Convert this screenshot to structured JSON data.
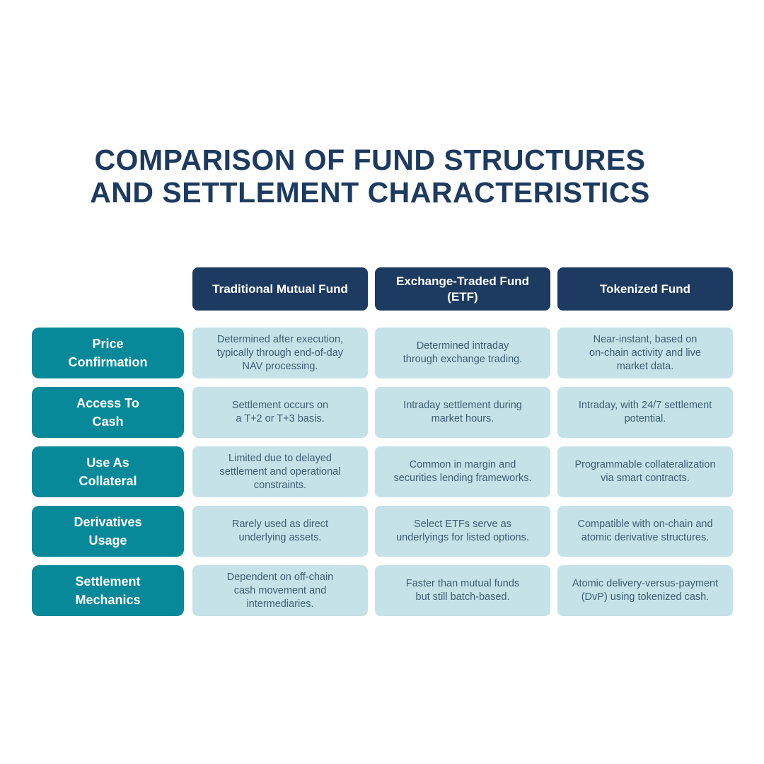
{
  "title": {
    "line1": "COMPARISON OF FUND STRUCTURES",
    "line2": "AND SETTLEMENT CHARACTERISTICS"
  },
  "chart_data": {
    "type": "table",
    "title": "Comparison of Fund Structures and Settlement Characteristics",
    "columns": [
      "Traditional Mutual Fund",
      "Exchange-Traded Fund\n(ETF)",
      "Tokenized Fund"
    ],
    "rows": [
      {
        "label": "Price\nConfirmation",
        "cells": [
          "Determined after execution,\ntypically through end-of-day\nNAV processing.",
          "Determined intraday\nthrough exchange trading.",
          "Near-instant, based on\non-chain activity and live\nmarket data."
        ]
      },
      {
        "label": "Access To\nCash",
        "cells": [
          "Settlement occurs on\na T+2 or T+3 basis.",
          "Intraday settlement during\nmarket hours.",
          "Intraday, with 24/7 settlement\npotential."
        ]
      },
      {
        "label": "Use As\nCollateral",
        "cells": [
          "Limited due to delayed\nsettlement and operational\nconstraints.",
          "Common in margin and\nsecurities lending frameworks.",
          "Programmable collateralization\nvia smart contracts."
        ]
      },
      {
        "label": "Derivatives\nUsage",
        "cells": [
          "Rarely used as direct\nunderlying assets.",
          "Select ETFs serve as\nunderlyings for listed options.",
          "Compatible with on-chain and\natomic derivative structures."
        ]
      },
      {
        "label": "Settlement\nMechanics",
        "cells": [
          "Dependent on off-chain\ncash movement and\nintermediaries.",
          "Faster than mutual funds\nbut still batch-based.",
          "Atomic delivery-versus-payment\n(DvP) using tokenized cash."
        ]
      }
    ]
  },
  "theme": {
    "bg": "#ffffff",
    "navy": "#1d3a60",
    "teal": "#088999",
    "cell_bg": "#c5e2e8",
    "cell_text": "#3d5d73"
  }
}
